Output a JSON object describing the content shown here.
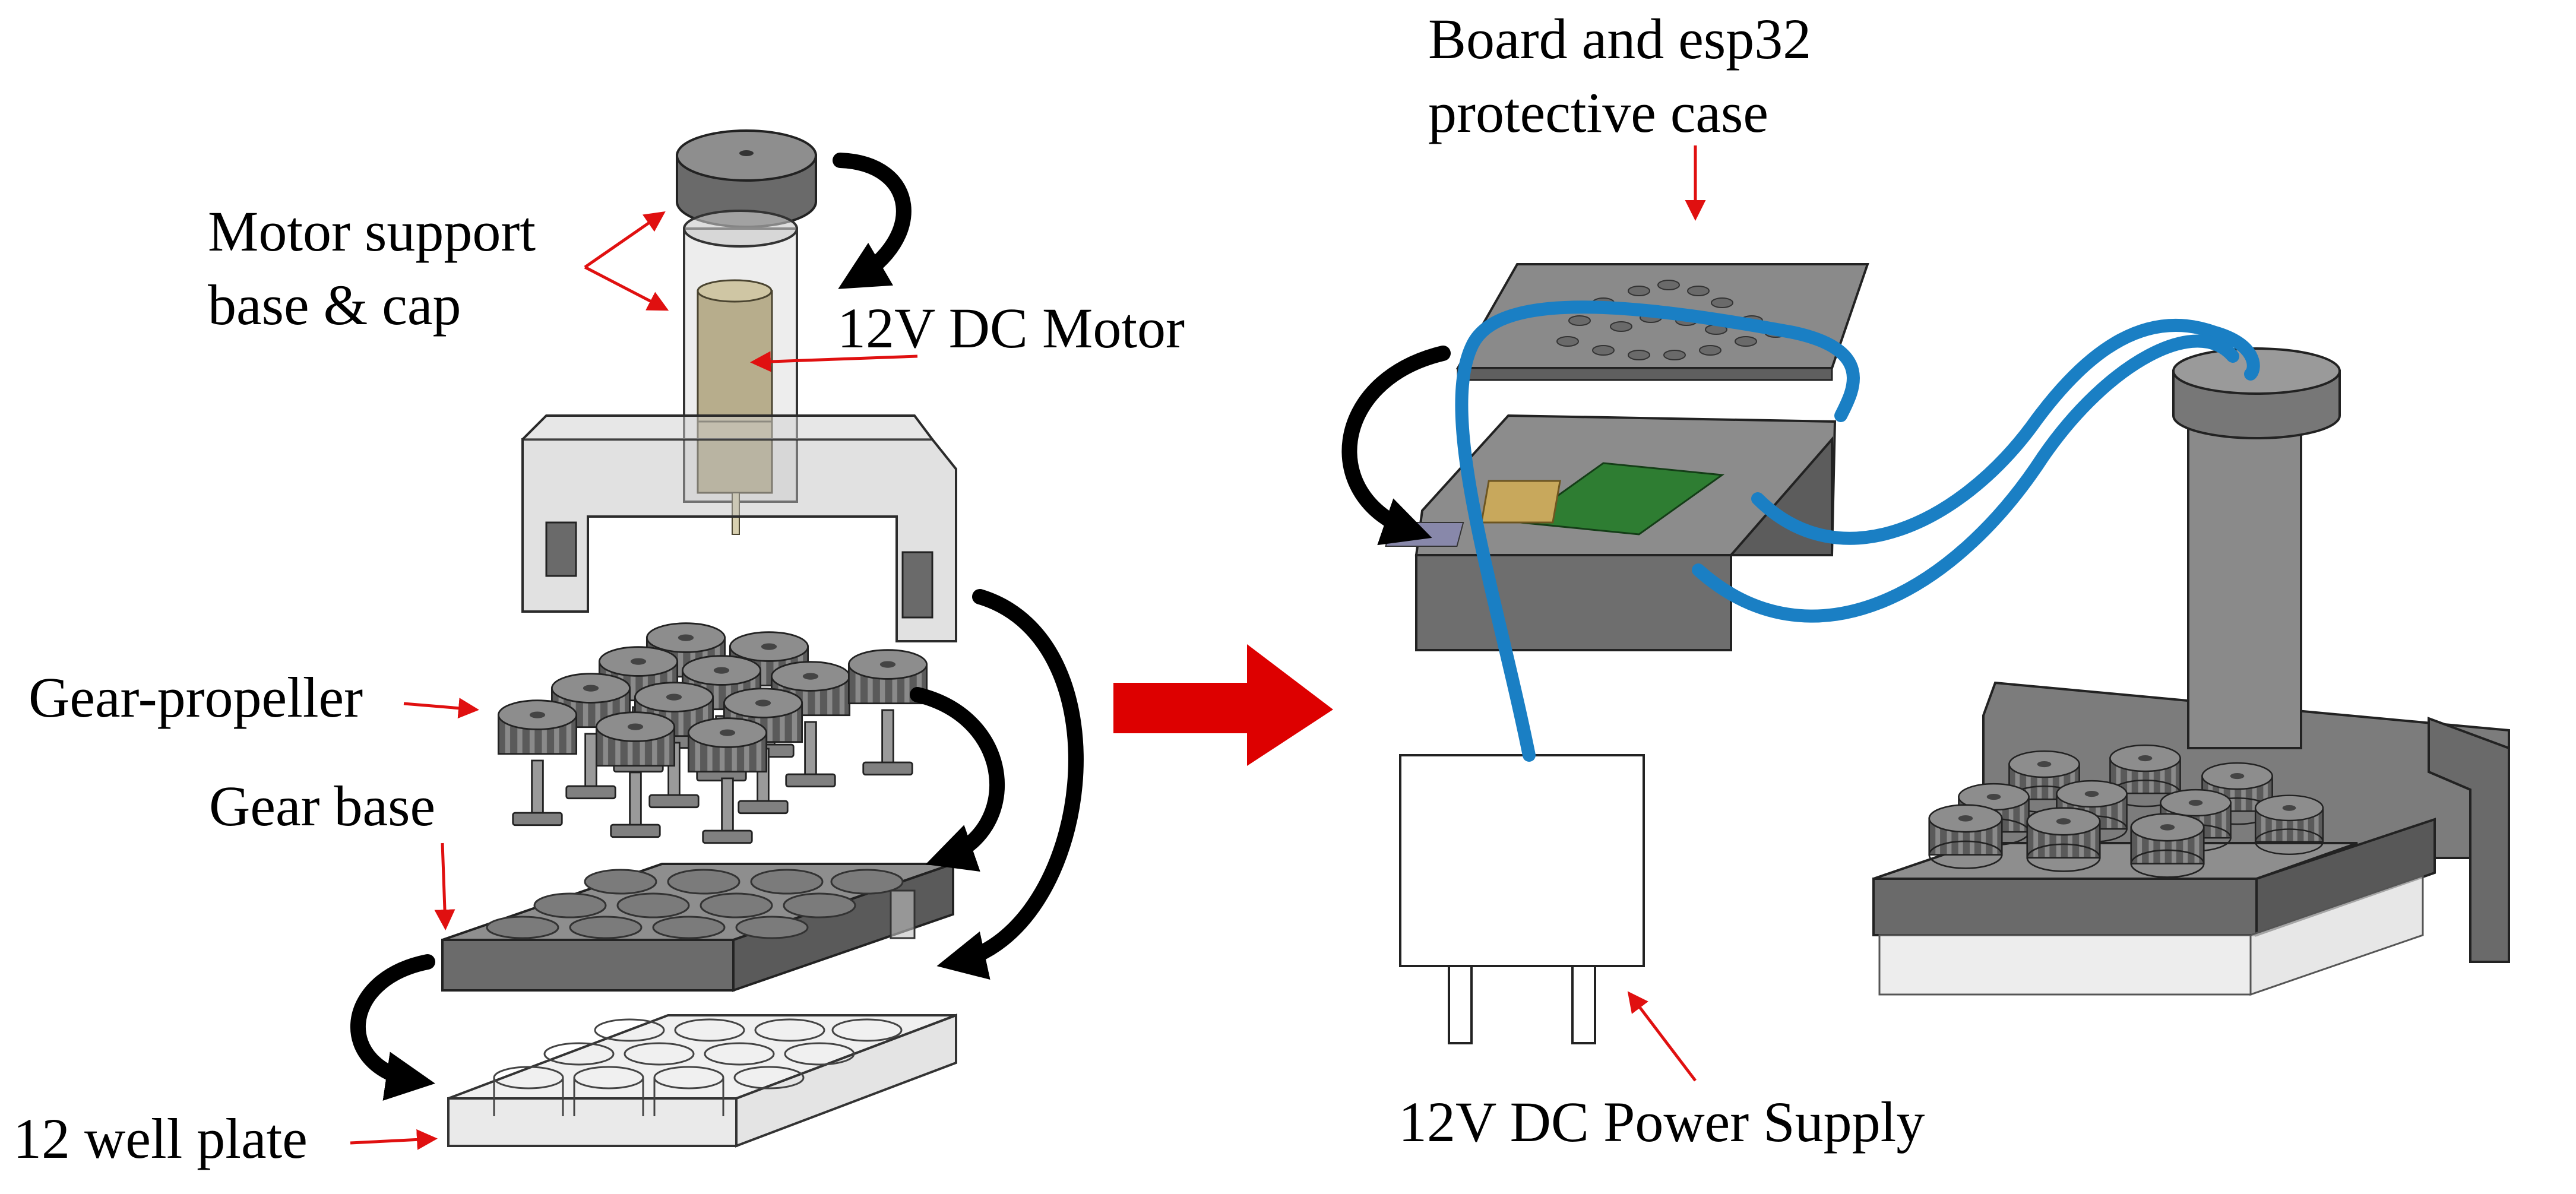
{
  "labels": {
    "motor_support": [
      "Motor support",
      "base & cap"
    ],
    "dc_motor": "12V DC Motor",
    "gear_propeller": "Gear-propeller",
    "gear_base": "Gear base",
    "well_plate": "12 well plate",
    "board_case": [
      "Board and esp32",
      "protective case"
    ],
    "power_supply": "12V DC Power Supply"
  },
  "colors": {
    "leader_line": "#e01010",
    "assembly_arrow": "#000000",
    "transition_arrow": "#dd0000",
    "cable": "#1a7fc4",
    "part_gray": "#6f6f6f",
    "motor_body": "#b7ad8c"
  }
}
